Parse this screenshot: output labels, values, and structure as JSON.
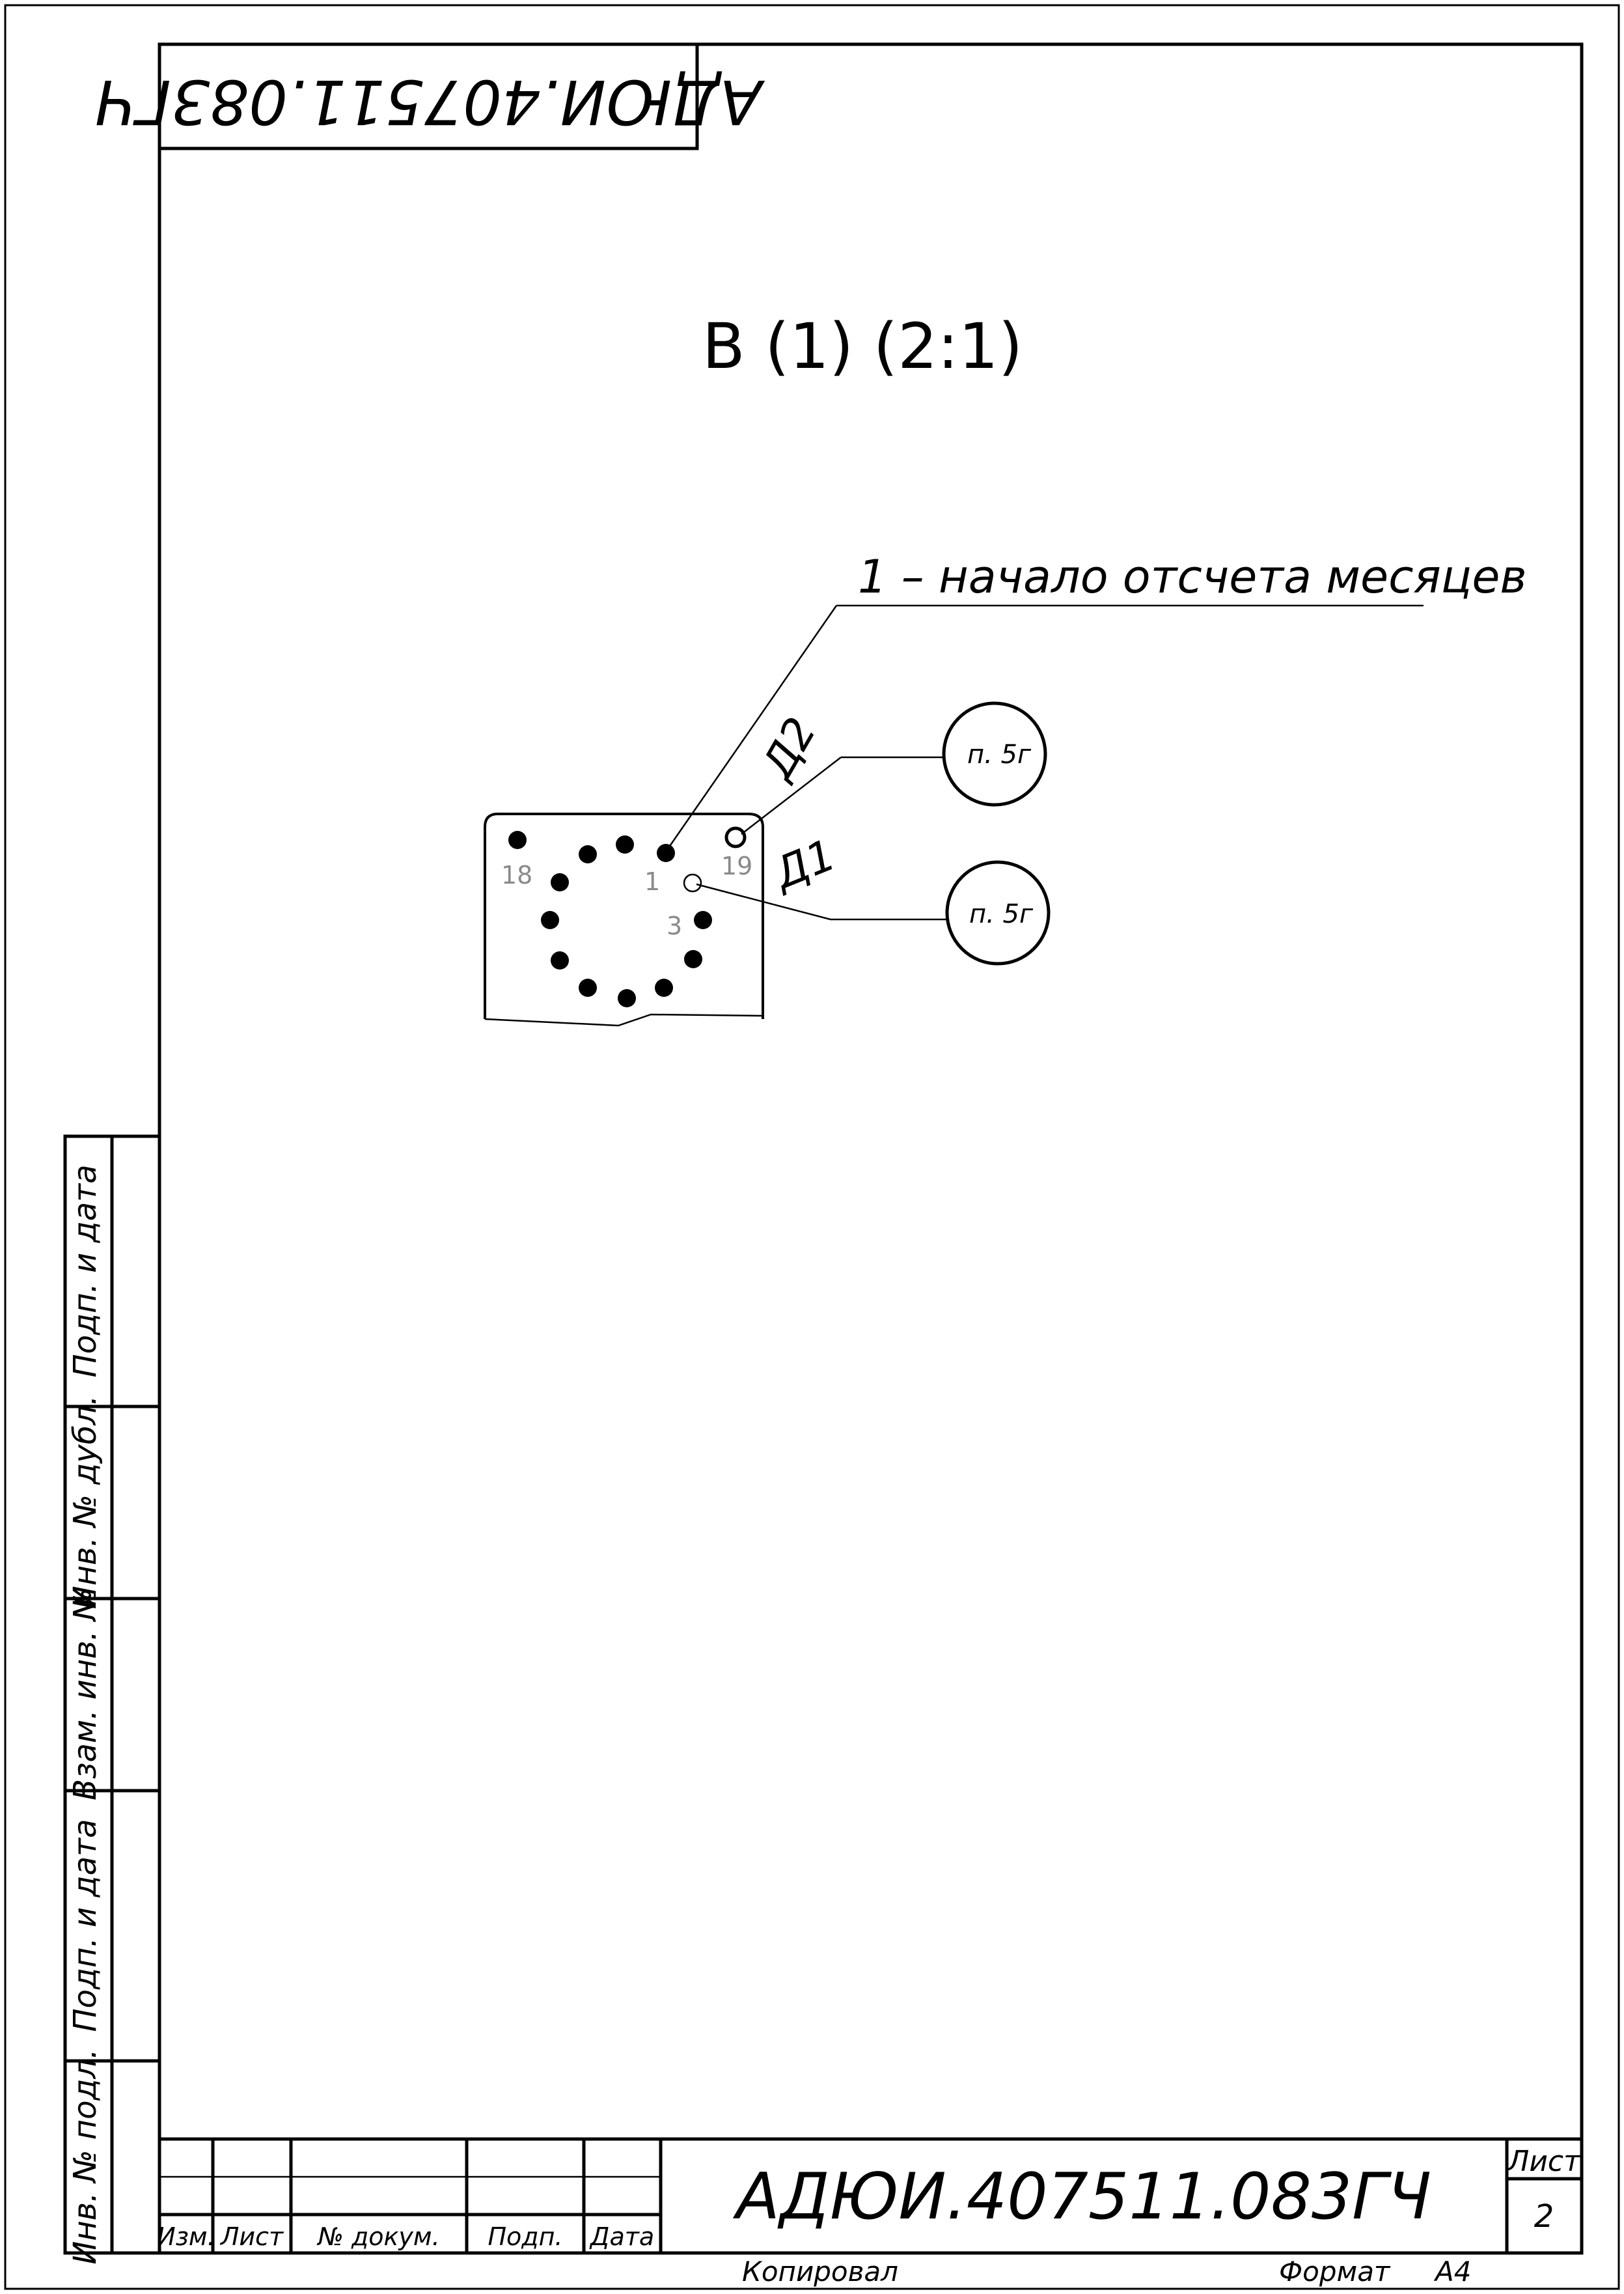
{
  "designation_top_rotated": "АДЮИ.407511.083ГЧ",
  "view_label": "В (1) (2:1)",
  "callout_main": "1 – начало отсчета месяцев",
  "callout_d2_label": "Д2",
  "callout_d1_label": "Д1",
  "bubble_top": "п. 5г",
  "bubble_bottom": "п. 5г",
  "pins": {
    "label_18": "18",
    "label_1": "1",
    "label_19": "19",
    "label_3": "3"
  },
  "side_stamp": {
    "podp_i_data_top": "Подп. и дата",
    "inv_dubl": "Инв. № дубл.",
    "vzam_inv": "Взам. инв. №",
    "podp_i_data_bottom": "Подп. и дата",
    "inv_podl": "Инв. № подл."
  },
  "title_block": {
    "designation": "АДЮИ.407511.083ГЧ",
    "col_izm": "Изм.",
    "col_list": "Лист",
    "col_doc": "№ докум.",
    "col_podp": "Подп.",
    "col_data": "Дата",
    "sheet_label": "Лист",
    "sheet_number": "2"
  },
  "footer": {
    "copied": "Копировал",
    "format_label": "Формат",
    "format_value": "А4"
  }
}
